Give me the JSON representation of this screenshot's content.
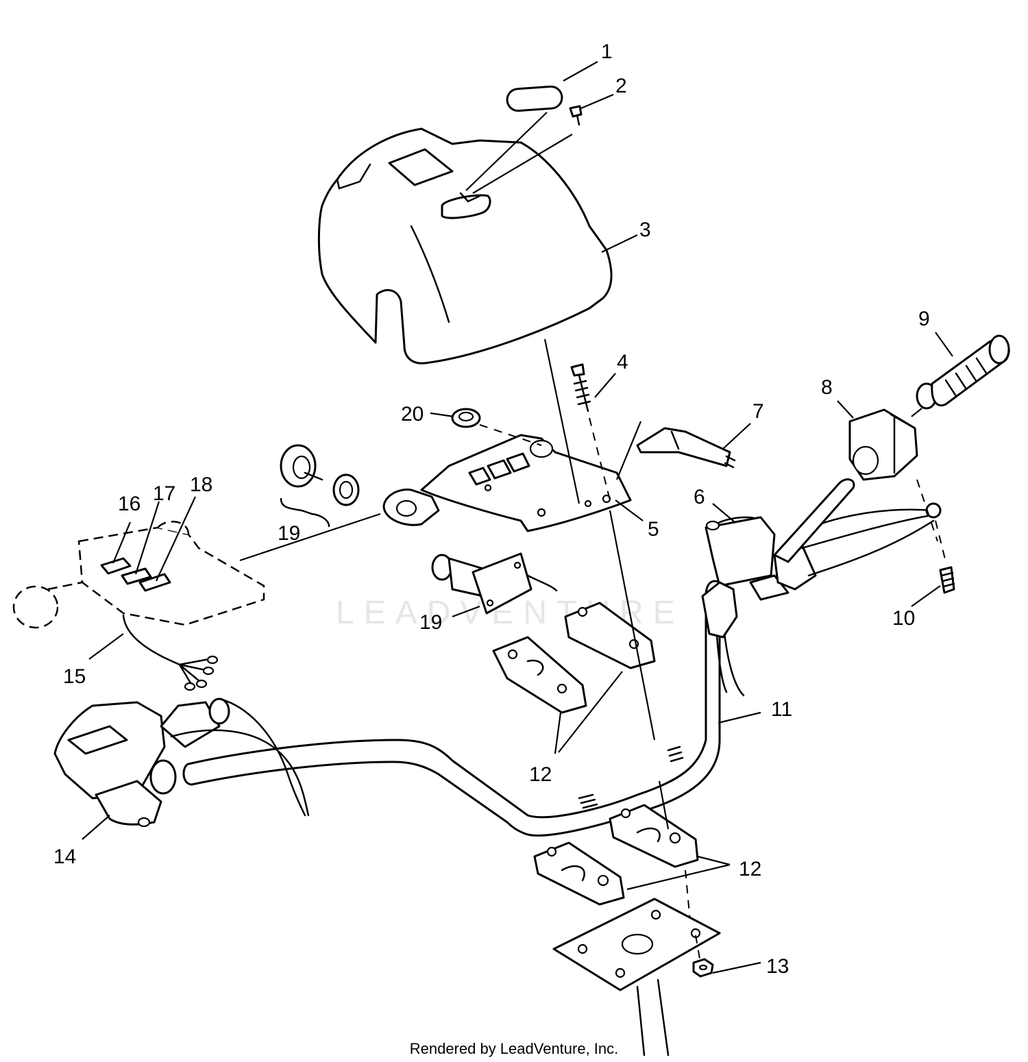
{
  "watermark": "LEADVENTURE",
  "credit": "Rendered by LeadVenture, Inc.",
  "callouts": {
    "c1": "1",
    "c2": "2",
    "c3": "3",
    "c4": "4",
    "c5": "5",
    "c6": "6",
    "c7": "7",
    "c8": "8",
    "c9": "9",
    "c10": "10",
    "c11": "11",
    "c12a": "12",
    "c12b": "12",
    "c13": "13",
    "c14": "14",
    "c15": "15",
    "c16": "16",
    "c17": "17",
    "c18": "18",
    "c19a": "19",
    "c19b": "19",
    "c20": "20"
  }
}
